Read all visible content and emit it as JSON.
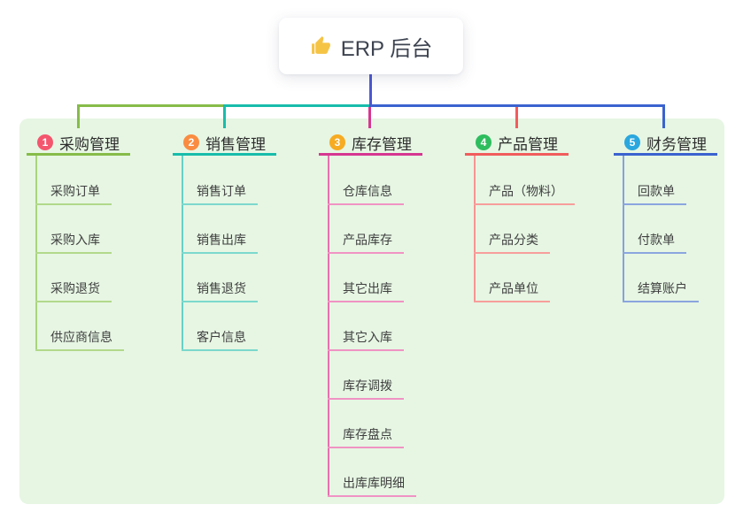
{
  "root": {
    "title": "ERP 后台",
    "icon": "thumbs-up-icon",
    "icon_color": "#f6c445"
  },
  "panel": {
    "background": "#e6f6e3"
  },
  "connectors": {
    "trunk_color": "#4c58d0"
  },
  "branches": [
    {
      "badge": "1",
      "label": "采购管理",
      "colors": {
        "main": "#86bc49",
        "light": "#b2d98b",
        "stem": "#a9d47c",
        "badge": "#f4566e"
      },
      "children": [
        "采购订单",
        "采购入库",
        "采购退货",
        "供应商信息"
      ]
    },
    {
      "badge": "2",
      "label": "销售管理",
      "colors": {
        "main": "#18bcab",
        "light": "#7cd8cd",
        "stem": "#66d1c6",
        "badge": "#fa8c41"
      },
      "children": [
        "销售订单",
        "销售出库",
        "销售退货",
        "客户信息"
      ]
    },
    {
      "badge": "3",
      "label": "库存管理",
      "colors": {
        "main": "#d63691",
        "light": "#f093c3",
        "stem": "#e86fb0",
        "badge": "#f6ab22"
      },
      "children": [
        "仓库信息",
        "产品库存",
        "其它出库",
        "其它入库",
        "库存调拨",
        "库存盘点",
        "出库库明细"
      ]
    },
    {
      "badge": "4",
      "label": "产品管理",
      "colors": {
        "main": "#f15c5c",
        "light": "#f79e9b",
        "stem": "#f69490",
        "badge": "#2ebd5e"
      },
      "children": [
        "产品（物料）",
        "产品分类",
        "产品单位"
      ]
    },
    {
      "badge": "5",
      "label": "财务管理",
      "colors": {
        "main": "#3b63cf",
        "light": "#8ba5df",
        "stem": "#87a2dc",
        "badge": "#2aa7de"
      },
      "children": [
        "回款单",
        "付款单",
        "结算账户"
      ]
    }
  ]
}
